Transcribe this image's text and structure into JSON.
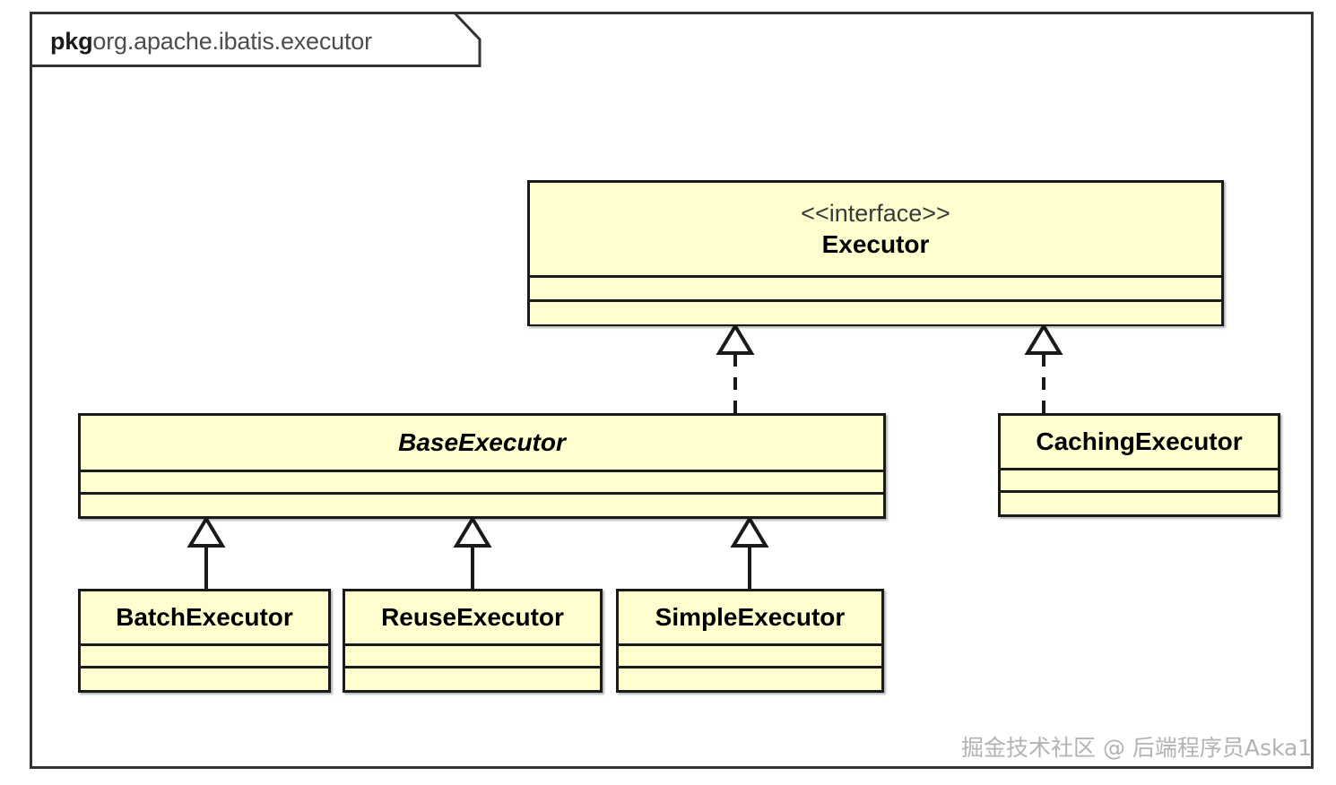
{
  "diagram": {
    "package": {
      "keyword": "pkg",
      "name": "org.apache.ibatis.executor"
    },
    "colors": {
      "box_fill": "#FEFECE",
      "box_border": "#1A1A1A",
      "frame_border": "#333333",
      "watermark": "#B3B3B3"
    },
    "classes": [
      {
        "id": "executor",
        "stereotype": "<<interface>>",
        "name": "Executor",
        "kind": "interface",
        "abstract": false
      },
      {
        "id": "baseexecutor",
        "stereotype": "",
        "name": "BaseExecutor",
        "kind": "class",
        "abstract": true
      },
      {
        "id": "cachingexecutor",
        "stereotype": "",
        "name": "CachingExecutor",
        "kind": "class",
        "abstract": false
      },
      {
        "id": "batchexecutor",
        "stereotype": "",
        "name": "BatchExecutor",
        "kind": "class",
        "abstract": false
      },
      {
        "id": "reuseexecutor",
        "stereotype": "",
        "name": "ReuseExecutor",
        "kind": "class",
        "abstract": false
      },
      {
        "id": "simpleexecutor",
        "stereotype": "",
        "name": "SimpleExecutor",
        "kind": "class",
        "abstract": false
      }
    ],
    "relationships": [
      {
        "from": "baseexecutor",
        "to": "executor",
        "type": "realization",
        "style": "dashed"
      },
      {
        "from": "cachingexecutor",
        "to": "executor",
        "type": "realization",
        "style": "dashed"
      },
      {
        "from": "batchexecutor",
        "to": "baseexecutor",
        "type": "generalization",
        "style": "solid"
      },
      {
        "from": "reuseexecutor",
        "to": "baseexecutor",
        "type": "generalization",
        "style": "solid"
      },
      {
        "from": "simpleexecutor",
        "to": "baseexecutor",
        "type": "generalization",
        "style": "solid"
      }
    ],
    "watermark": "掘金技术社区 @ 后端程序员Aska1"
  }
}
